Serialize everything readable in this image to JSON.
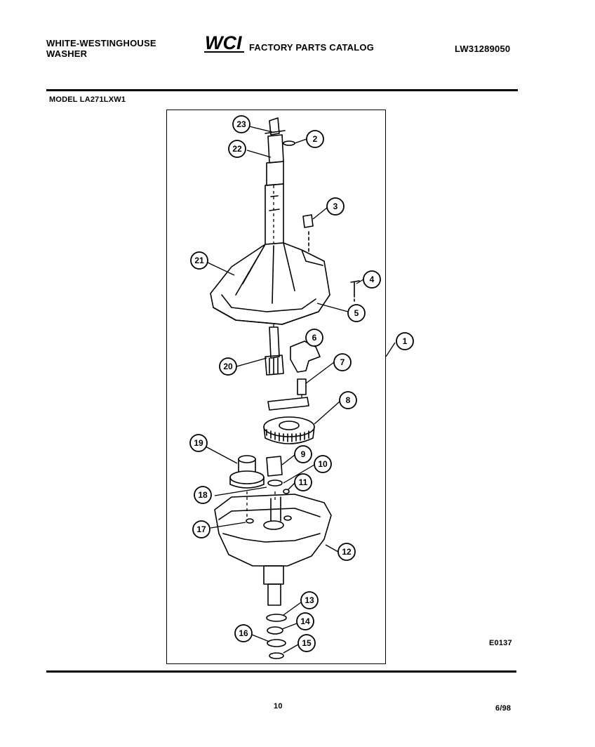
{
  "header": {
    "brand_line1": "WHITE-WESTINGHOUSE",
    "brand_line2": "WASHER",
    "logo_text": "WCI",
    "catalog_title": "FACTORY PARTS CATALOG",
    "catalog_number": "LW31289050"
  },
  "model_label": "MODEL LA271LXW1",
  "callouts": [
    "1",
    "2",
    "3",
    "4",
    "5",
    "6",
    "7",
    "8",
    "9",
    "10",
    "11",
    "12",
    "13",
    "14",
    "15",
    "16",
    "17",
    "18",
    "19",
    "20",
    "21",
    "22",
    "23"
  ],
  "footer": {
    "figure_code": "E0137",
    "page_number": "10",
    "date_code": "6/98"
  }
}
